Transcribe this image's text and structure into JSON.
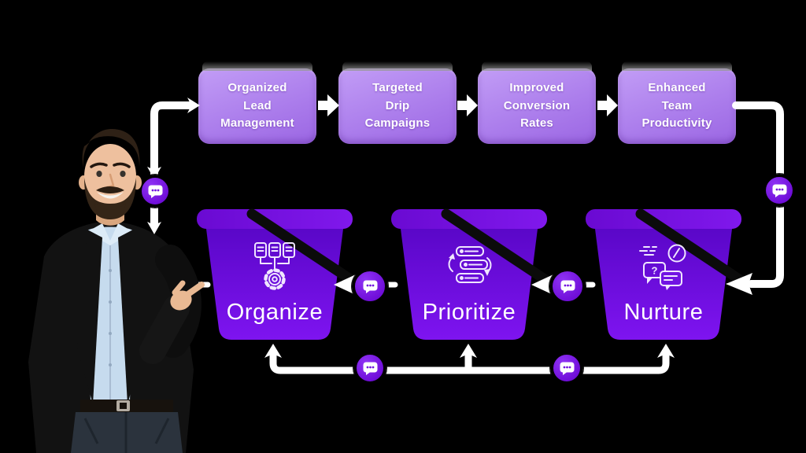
{
  "page": {
    "background": "#000000",
    "description": "Lead management buckets infographic with presenter"
  },
  "benefit_boxes": [
    {
      "label": "Organized\nLead\nManagement"
    },
    {
      "label": "Targeted\nDrip\nCampaigns"
    },
    {
      "label": "Improved\nConversion\nRates"
    },
    {
      "label": "Enhanced\nTeam\nProductivity"
    }
  ],
  "buckets": [
    {
      "label": "Organize",
      "icon": "database-gear-icon"
    },
    {
      "label": "Prioritize",
      "icon": "reorder-tasks-icon"
    },
    {
      "label": "Nurture",
      "icon": "chat-clock-icon"
    }
  ],
  "badges": {
    "icon": "chat-bubble-icon",
    "count": 6
  },
  "colors": {
    "benefit_box_purple": "#ab7cec",
    "bucket_violet": "#7d14ee",
    "badge_purple": "#7113e0",
    "connector_white": "#ffffff",
    "handle_black": "#0b0b0b",
    "text_white": "#ffffff"
  }
}
